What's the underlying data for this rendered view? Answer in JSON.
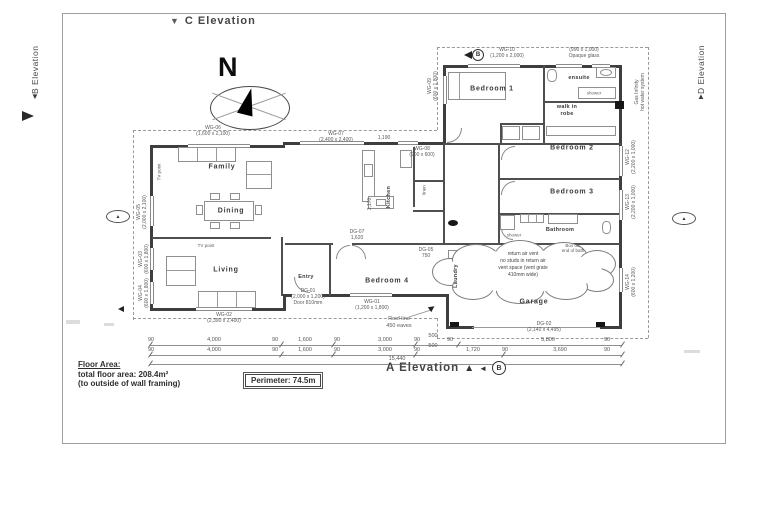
{
  "elevations": {
    "top": "C Elevation",
    "left": "B Elevation",
    "right": "D Elevation",
    "bottom": "A Elevation"
  },
  "compass": {
    "north": "N"
  },
  "markers": {
    "b": "B"
  },
  "rooms": {
    "family": "Family",
    "dining": "Dining",
    "living": "Living",
    "entry": "Entry",
    "bedroom4": "Bedroom 4",
    "bedroom1": "Bedroom 1",
    "bedroom2": "Bedroom 2",
    "bedroom3": "Bedroom 3",
    "ensuite": "ensuite",
    "walk_in_1": "walk in",
    "walk_in_2": "robe",
    "bathroom": "Bathroom",
    "garage": "Garage",
    "kitchen": "Kitchen",
    "laundry": "Laundry",
    "shower_ensuite": "shower",
    "shower_bath": "shower"
  },
  "windows": {
    "wg06": [
      "WG-06",
      "(1,600 x 2,100)"
    ],
    "wg07": [
      "WG-07",
      "(2,400 x 2,400)"
    ],
    "wg08": [
      "WG-08",
      "(900 x 600)"
    ],
    "wg10": [
      "WG-10",
      "(1,200 x 2,000)"
    ],
    "opaque": [
      "(990 x 1,000)",
      "Opaque glass"
    ],
    "wg09": [
      "WG-09",
      "(600 x 1,800)"
    ],
    "wg05": [
      "WG-05",
      "(2,000 x 2,100)"
    ],
    "wg03": [
      "WG-03",
      "(600 x 1,800)"
    ],
    "wg04": [
      "WG-04",
      "(600 x 1,800)"
    ],
    "wg02": [
      "WG-02",
      "(2,390 x 2,400)"
    ],
    "wg01": [
      "WG-01",
      "(1,200 x 1,800)"
    ],
    "wg12": [
      "WG-12",
      "(2,200 x 1,000)"
    ],
    "wg13": [
      "WG-13",
      "(2,200 x 1,000)"
    ],
    "wg14": [
      "WG-14",
      "(600 x 1,200)"
    ],
    "dg01": [
      "DG-01",
      "(2,000 x 1,200)",
      "Door 810mm"
    ],
    "dg02": [
      "DG-02",
      "(2,140 x 4,495)"
    ],
    "dg07": [
      "DG-07",
      "1,620"
    ],
    "dg05": [
      "DG-05",
      "750"
    ]
  },
  "notes": {
    "gas": [
      "Gas Infinity",
      "hot water system"
    ],
    "roof": [
      "Roof line",
      "450 eaves"
    ],
    "boxout": [
      "Box out",
      "end of bath"
    ],
    "cloud": [
      "return air vent",
      "no studs in return air",
      "vent space (vent grate",
      "410mm wide)"
    ],
    "tv_point": "TV point",
    "linen": "linen",
    "dim_1190": "1,190",
    "dim_3170": "3,170"
  },
  "dimensions": {
    "row1": [
      "90",
      "4,000",
      "90",
      "1,600",
      "90",
      "3,000",
      "90",
      "500",
      "90",
      "5,800",
      "90"
    ],
    "row2": [
      "90",
      "4,000",
      "90",
      "1,600",
      "90",
      "3,000",
      "90",
      "500",
      "1,720",
      "90",
      "3,690",
      "90"
    ],
    "total": "15,440"
  },
  "floor_area": {
    "title": "Floor Area:",
    "line1": "total floor area: 208.4m²",
    "line2": "(to outside of wall framing)",
    "perimeter": "Perimeter: 74.5m"
  }
}
